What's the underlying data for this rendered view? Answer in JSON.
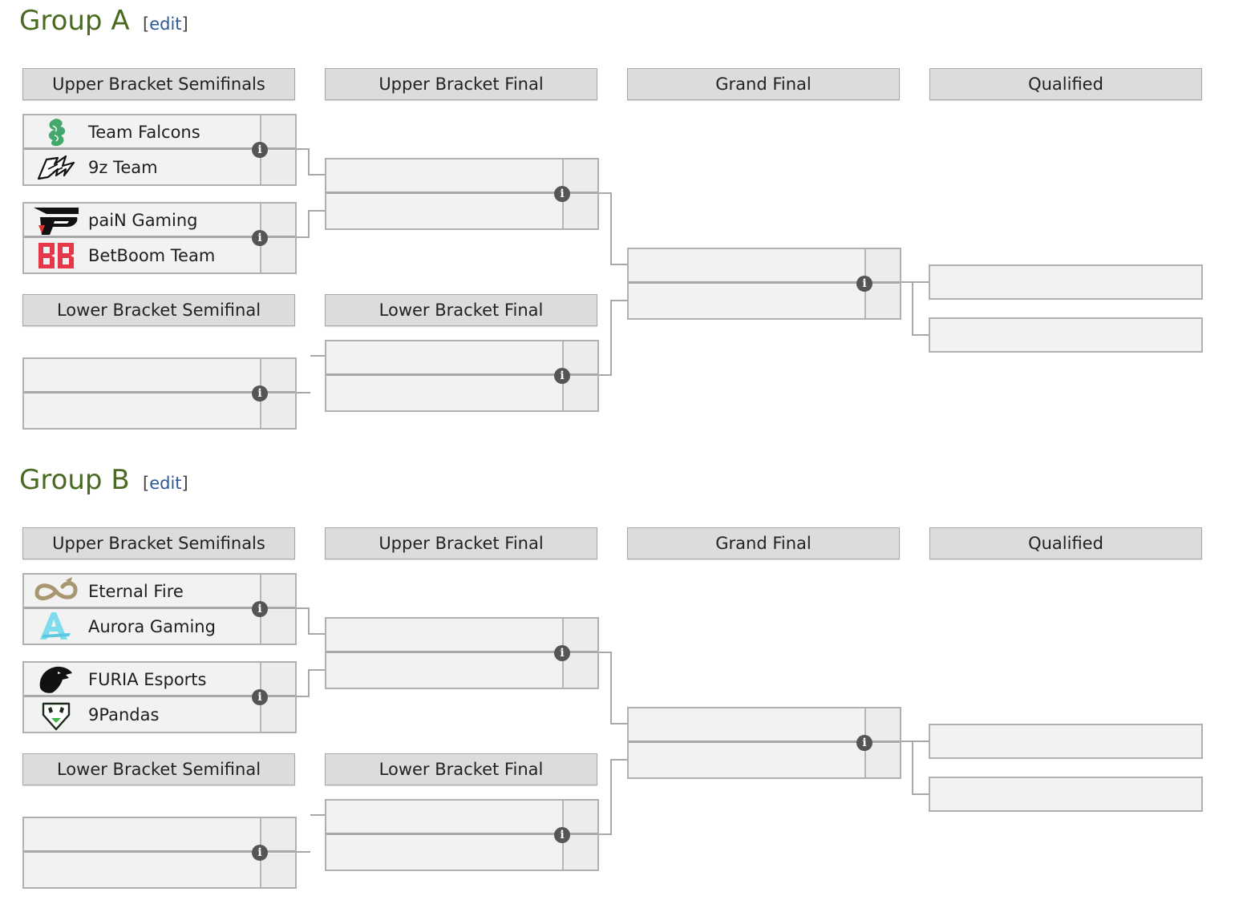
{
  "groups": [
    {
      "title": "Group A",
      "edit_label": "edit",
      "headers": {
        "upper_semis": "Upper Bracket Semifinals",
        "upper_final": "Upper Bracket Final",
        "grand_final": "Grand Final",
        "qualified": "Qualified",
        "lower_semi": "Lower Bracket Semifinal",
        "lower_final": "Lower Bracket Final"
      },
      "matches": {
        "ubs1": {
          "team1": {
            "name": "Team Falcons",
            "logo": "falcons-logo"
          },
          "team2": {
            "name": "9z Team",
            "logo": "9z-logo"
          }
        },
        "ubs2": {
          "team1": {
            "name": "paiN Gaming",
            "logo": "pain-logo"
          },
          "team2": {
            "name": "BetBoom Team",
            "logo": "betboom-logo"
          }
        }
      }
    },
    {
      "title": "Group B",
      "edit_label": "edit",
      "headers": {
        "upper_semis": "Upper Bracket Semifinals",
        "upper_final": "Upper Bracket Final",
        "grand_final": "Grand Final",
        "qualified": "Qualified",
        "lower_semi": "Lower Bracket Semifinal",
        "lower_final": "Lower Bracket Final"
      },
      "matches": {
        "ubs1": {
          "team1": {
            "name": "Eternal Fire",
            "logo": "eternal-fire-logo"
          },
          "team2": {
            "name": "Aurora Gaming",
            "logo": "aurora-logo"
          }
        },
        "ubs2": {
          "team1": {
            "name": "FURIA Esports",
            "logo": "furia-logo"
          },
          "team2": {
            "name": "9Pandas",
            "logo": "9pandas-logo"
          }
        }
      }
    }
  ],
  "info_icon_glyph": "i",
  "colors": {
    "group_title": "#4a6a22",
    "edit_link": "#2a5a98",
    "header_bg": "#dcdcdc",
    "match_bg": "#f2f2f2"
  }
}
